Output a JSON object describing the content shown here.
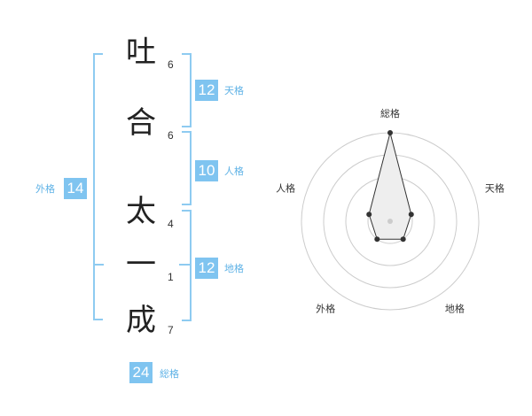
{
  "name_chars": [
    {
      "char": "吐",
      "strokes": "6"
    },
    {
      "char": "合",
      "strokes": "6"
    },
    {
      "char": "太",
      "strokes": "4"
    },
    {
      "char": "一",
      "strokes": "1"
    },
    {
      "char": "成",
      "strokes": "7"
    }
  ],
  "fortunes": {
    "tenkaku": {
      "value": "12",
      "label": "天格"
    },
    "jinkaku": {
      "value": "10",
      "label": "人格"
    },
    "chikaku": {
      "value": "12",
      "label": "地格"
    },
    "gaikaku": {
      "value": "14",
      "label": "外格"
    },
    "soukaku": {
      "value": "24",
      "label": "総格"
    }
  },
  "colors": {
    "accent": "#8ecbf1",
    "badge_bg": "#7fc4f0",
    "label_text": "#5fb2e6",
    "radar_fill": "#eeeeee",
    "radar_ring": "#cccccc",
    "text": "#222222"
  },
  "chart_data": {
    "type": "radar",
    "axes": [
      "総格",
      "天格",
      "地格",
      "外格",
      "人格"
    ],
    "values": [
      4,
      1,
      1,
      1,
      1
    ],
    "rmax": 4,
    "rings": 4,
    "grid": true
  }
}
